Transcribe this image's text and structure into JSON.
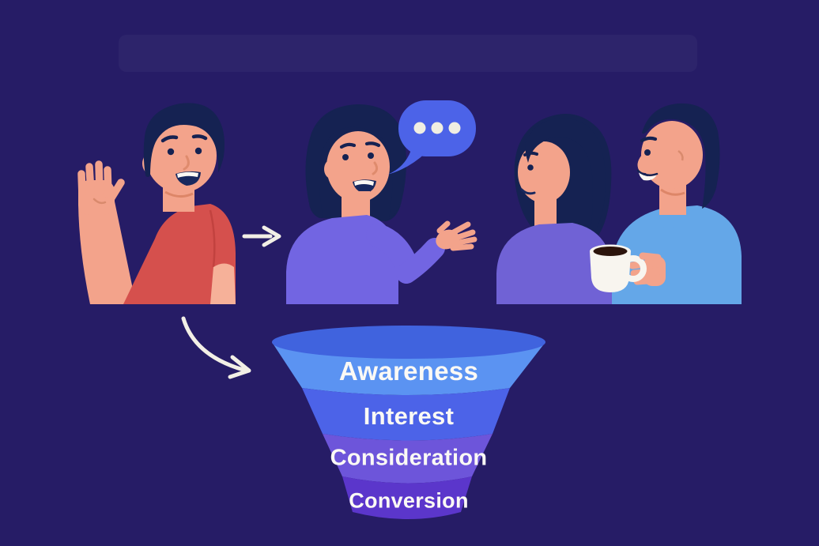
{
  "scene": {
    "background_color": "#261c66",
    "characters": [
      {
        "name": "waving-man",
        "shirt_color": "#d5504d",
        "skin_color": "#f3a38b",
        "hair_color": "#152252"
      },
      {
        "name": "talking-woman",
        "shirt_color": "#7265e2",
        "skin_color": "#f3a38b",
        "hair_color": "#152252"
      },
      {
        "name": "listening-woman",
        "shirt_color": "#7062d5",
        "skin_color": "#f3a38b",
        "hair_color": "#152252"
      },
      {
        "name": "man-with-coffee",
        "shirt_color": "#64a7e8",
        "skin_color": "#f3a38b",
        "hair_color": "#152252",
        "mug_color": "#f8f5ef",
        "coffee_color": "#2c140c"
      }
    ],
    "speech_bubble": {
      "icon": "typing-ellipsis-icon",
      "bubble_color": "#4c63e8",
      "dot_color": "#f0eee2"
    },
    "arrows": {
      "color": "#f2efe6",
      "right_arrow": "arrow-right-icon",
      "curved_arrow": "curved-arrow-down-icon"
    }
  },
  "funnel": {
    "rim_color": "#4063de",
    "label_color": "#fbf9f5",
    "stages": [
      {
        "label": "Awareness",
        "color": "#5b93f2"
      },
      {
        "label": "Interest",
        "color": "#4c63e8"
      },
      {
        "label": "Consideration",
        "color": "#6d55da"
      },
      {
        "label": "Conversion",
        "color": "#5b36cb"
      }
    ]
  }
}
